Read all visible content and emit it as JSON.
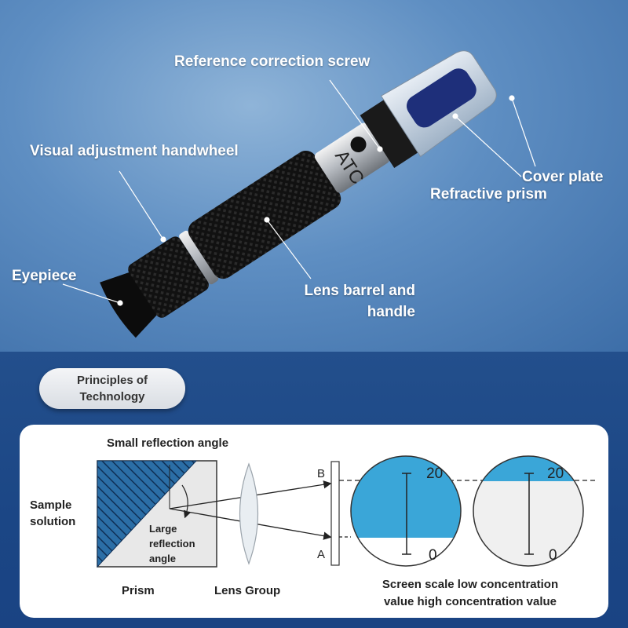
{
  "callouts": {
    "reference_screw": "Reference correction screw",
    "handwheel": "Visual adjustment handwheel",
    "cover_plate": "Cover plate",
    "refractive_prism": "Refractive prism",
    "eyepiece": "Eyepiece",
    "lens_barrel_1": "Lens barrel and",
    "lens_barrel_2": "handle"
  },
  "device": {
    "atc_text": "ATC"
  },
  "principles": {
    "line1": "Principles of",
    "line2": "Technology"
  },
  "diagram": {
    "small_reflection": "Small reflection angle",
    "sample_1": "Sample",
    "sample_2": "solution",
    "large_reflection_1": "Large",
    "large_reflection_2": "reflection",
    "large_reflection_3": "angle",
    "prism": "Prism",
    "lens_group": "Lens Group",
    "point_b": "B",
    "point_a": "A",
    "scale_top_low": "20",
    "scale_bottom_low": "0",
    "scale_top_high": "20",
    "scale_bottom_high": "0",
    "caption_1": "Screen scale low concentration",
    "caption_2": "value high concentration value"
  },
  "colors": {
    "accent_blue": "#3aa6d8",
    "background_top": "#5e8ec2",
    "background_bottom": "#1b4685",
    "hatch_blue": "#2b6ea6"
  }
}
